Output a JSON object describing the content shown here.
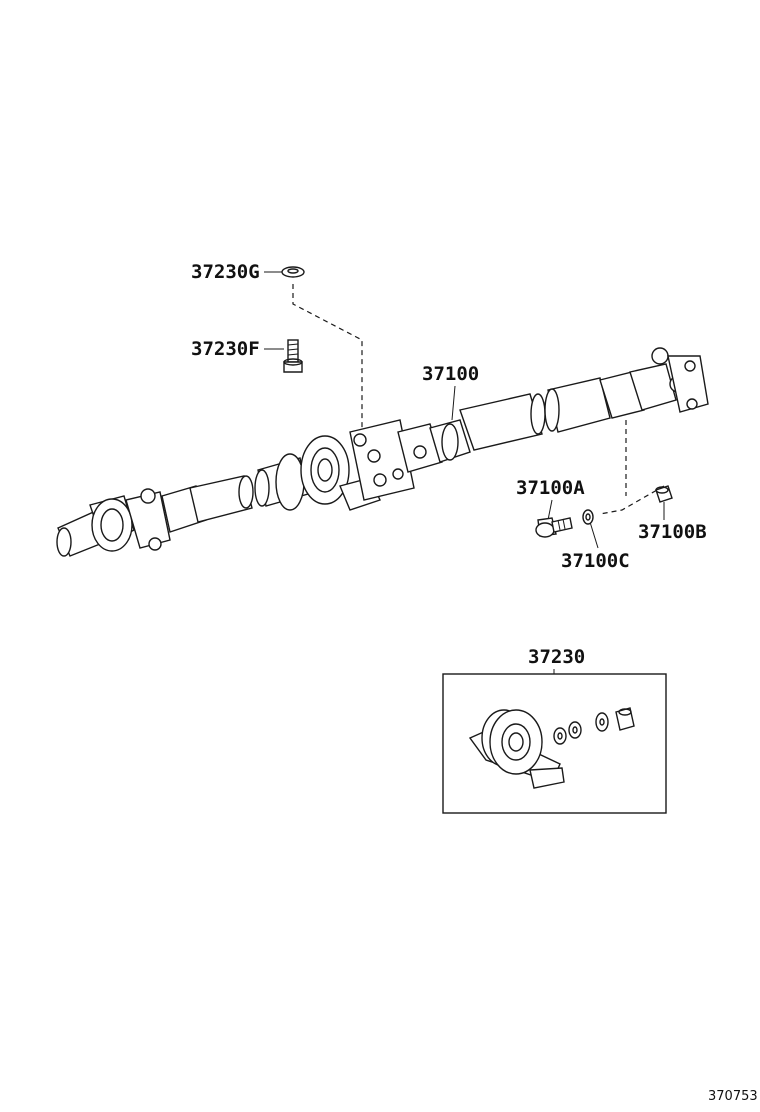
{
  "part_labels": {
    "grommet_g": "37230G",
    "bolt_f": "37230F",
    "shaft_assy": "37100",
    "bolt_a": "37100A",
    "nut_b": "37100B",
    "washer_c": "37100C",
    "center_bearing": "37230"
  },
  "diagram_ref": "370753"
}
